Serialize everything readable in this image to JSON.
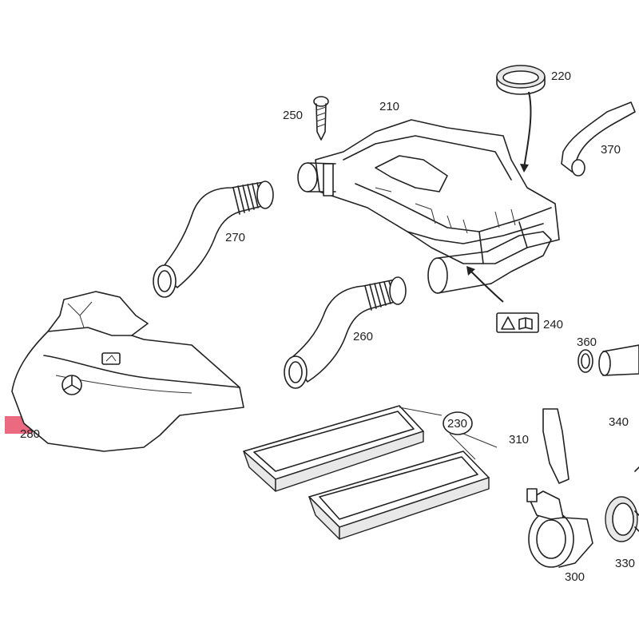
{
  "parts": {
    "p210": "210",
    "p220": "220",
    "p230": "230",
    "p240": "240",
    "p250": "250",
    "p260": "260",
    "p270": "270",
    "p280": "280",
    "p300": "300",
    "p310": "310",
    "p330": "330",
    "p340": "340",
    "p360": "360",
    "p370": "370"
  },
  "highlight_color": "#e8506a",
  "icons": [
    "warning-manual-icon",
    "mercedes-star-icon"
  ]
}
